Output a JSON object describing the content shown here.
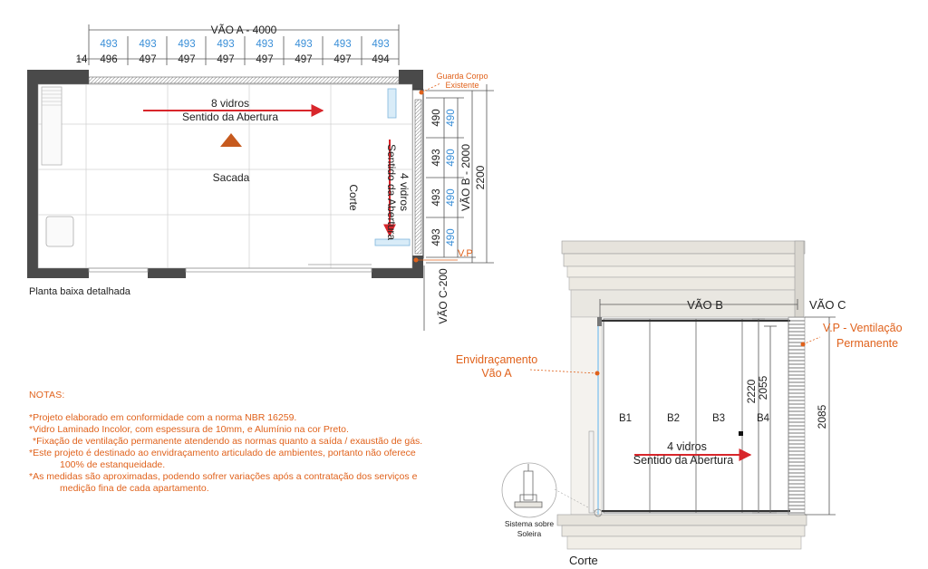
{
  "plan": {
    "title": "Planta baixa detalhada",
    "vao_a": "VÃO A - 4000",
    "vao_b": "VÃO B - 2000",
    "vao_c": "VÃO C-200",
    "total_right": "2200",
    "glass_dims_top_blue": [
      "493",
      "493",
      "493",
      "493",
      "493",
      "493",
      "493",
      "493"
    ],
    "glass_dims_top_black": [
      "14",
      "496",
      "497",
      "497",
      "497",
      "497",
      "497",
      "497",
      "494"
    ],
    "glass_dims_right_black": [
      "490",
      "493",
      "493",
      "493"
    ],
    "glass_dims_right_blue": [
      "490",
      "490",
      "490",
      "490"
    ],
    "glass_a_count": "8 vidros",
    "glass_a_direction": "Sentido da Abertura",
    "glass_b_count": "4 vidros",
    "glass_b_direction": "Sentido da Abertura",
    "room_label": "Sacada",
    "corte_label": "Corte",
    "guard_label_line1": "Guarda Corpo",
    "guard_label_line2": "Existente",
    "vp_label": "V.P"
  },
  "section": {
    "title": "Corte",
    "vao_b": "VÃO B",
    "vao_c": "VÃO C",
    "dims": [
      "2220",
      "2055",
      "2085"
    ],
    "panels": [
      "B1",
      "B2",
      "B3",
      "B4"
    ],
    "glass_count": "4 vidros",
    "glass_direction": "Sentido da Abertura",
    "vp_line1": "V.P - Ventilação",
    "vp_line2": "Permanente",
    "envidr_line1": "Envidraçamento",
    "envidr_line2": "Vão A",
    "detail_line1": "Sistema sobre",
    "detail_line2": "Soleira"
  },
  "notes": {
    "title": "NOTAS:",
    "items": [
      "*Projeto elaborado em conformidade com a norma NBR 16259.",
      "*Vidro Laminado Incolor, com espessura de 10mm, e Alumínio na cor Preto.",
      " *Fixação de ventilação permanente atendendo as normas quanto a saída / exaustão de gás.",
      "*Este projeto é destinado ao envidraçamento articulado de ambientes, portanto não oferece",
      "100% de estanqueidade.",
      "*As medidas são aproximadas, podendo sofrer variações após a contratação dos serviços e",
      "medição fina de cada apartamento."
    ]
  },
  "colors": {
    "accent": "#e0621c",
    "dimension_blue": "#3a8fd8",
    "arrow_red": "#d8262b",
    "wall_dark": "#4a4a4a"
  }
}
